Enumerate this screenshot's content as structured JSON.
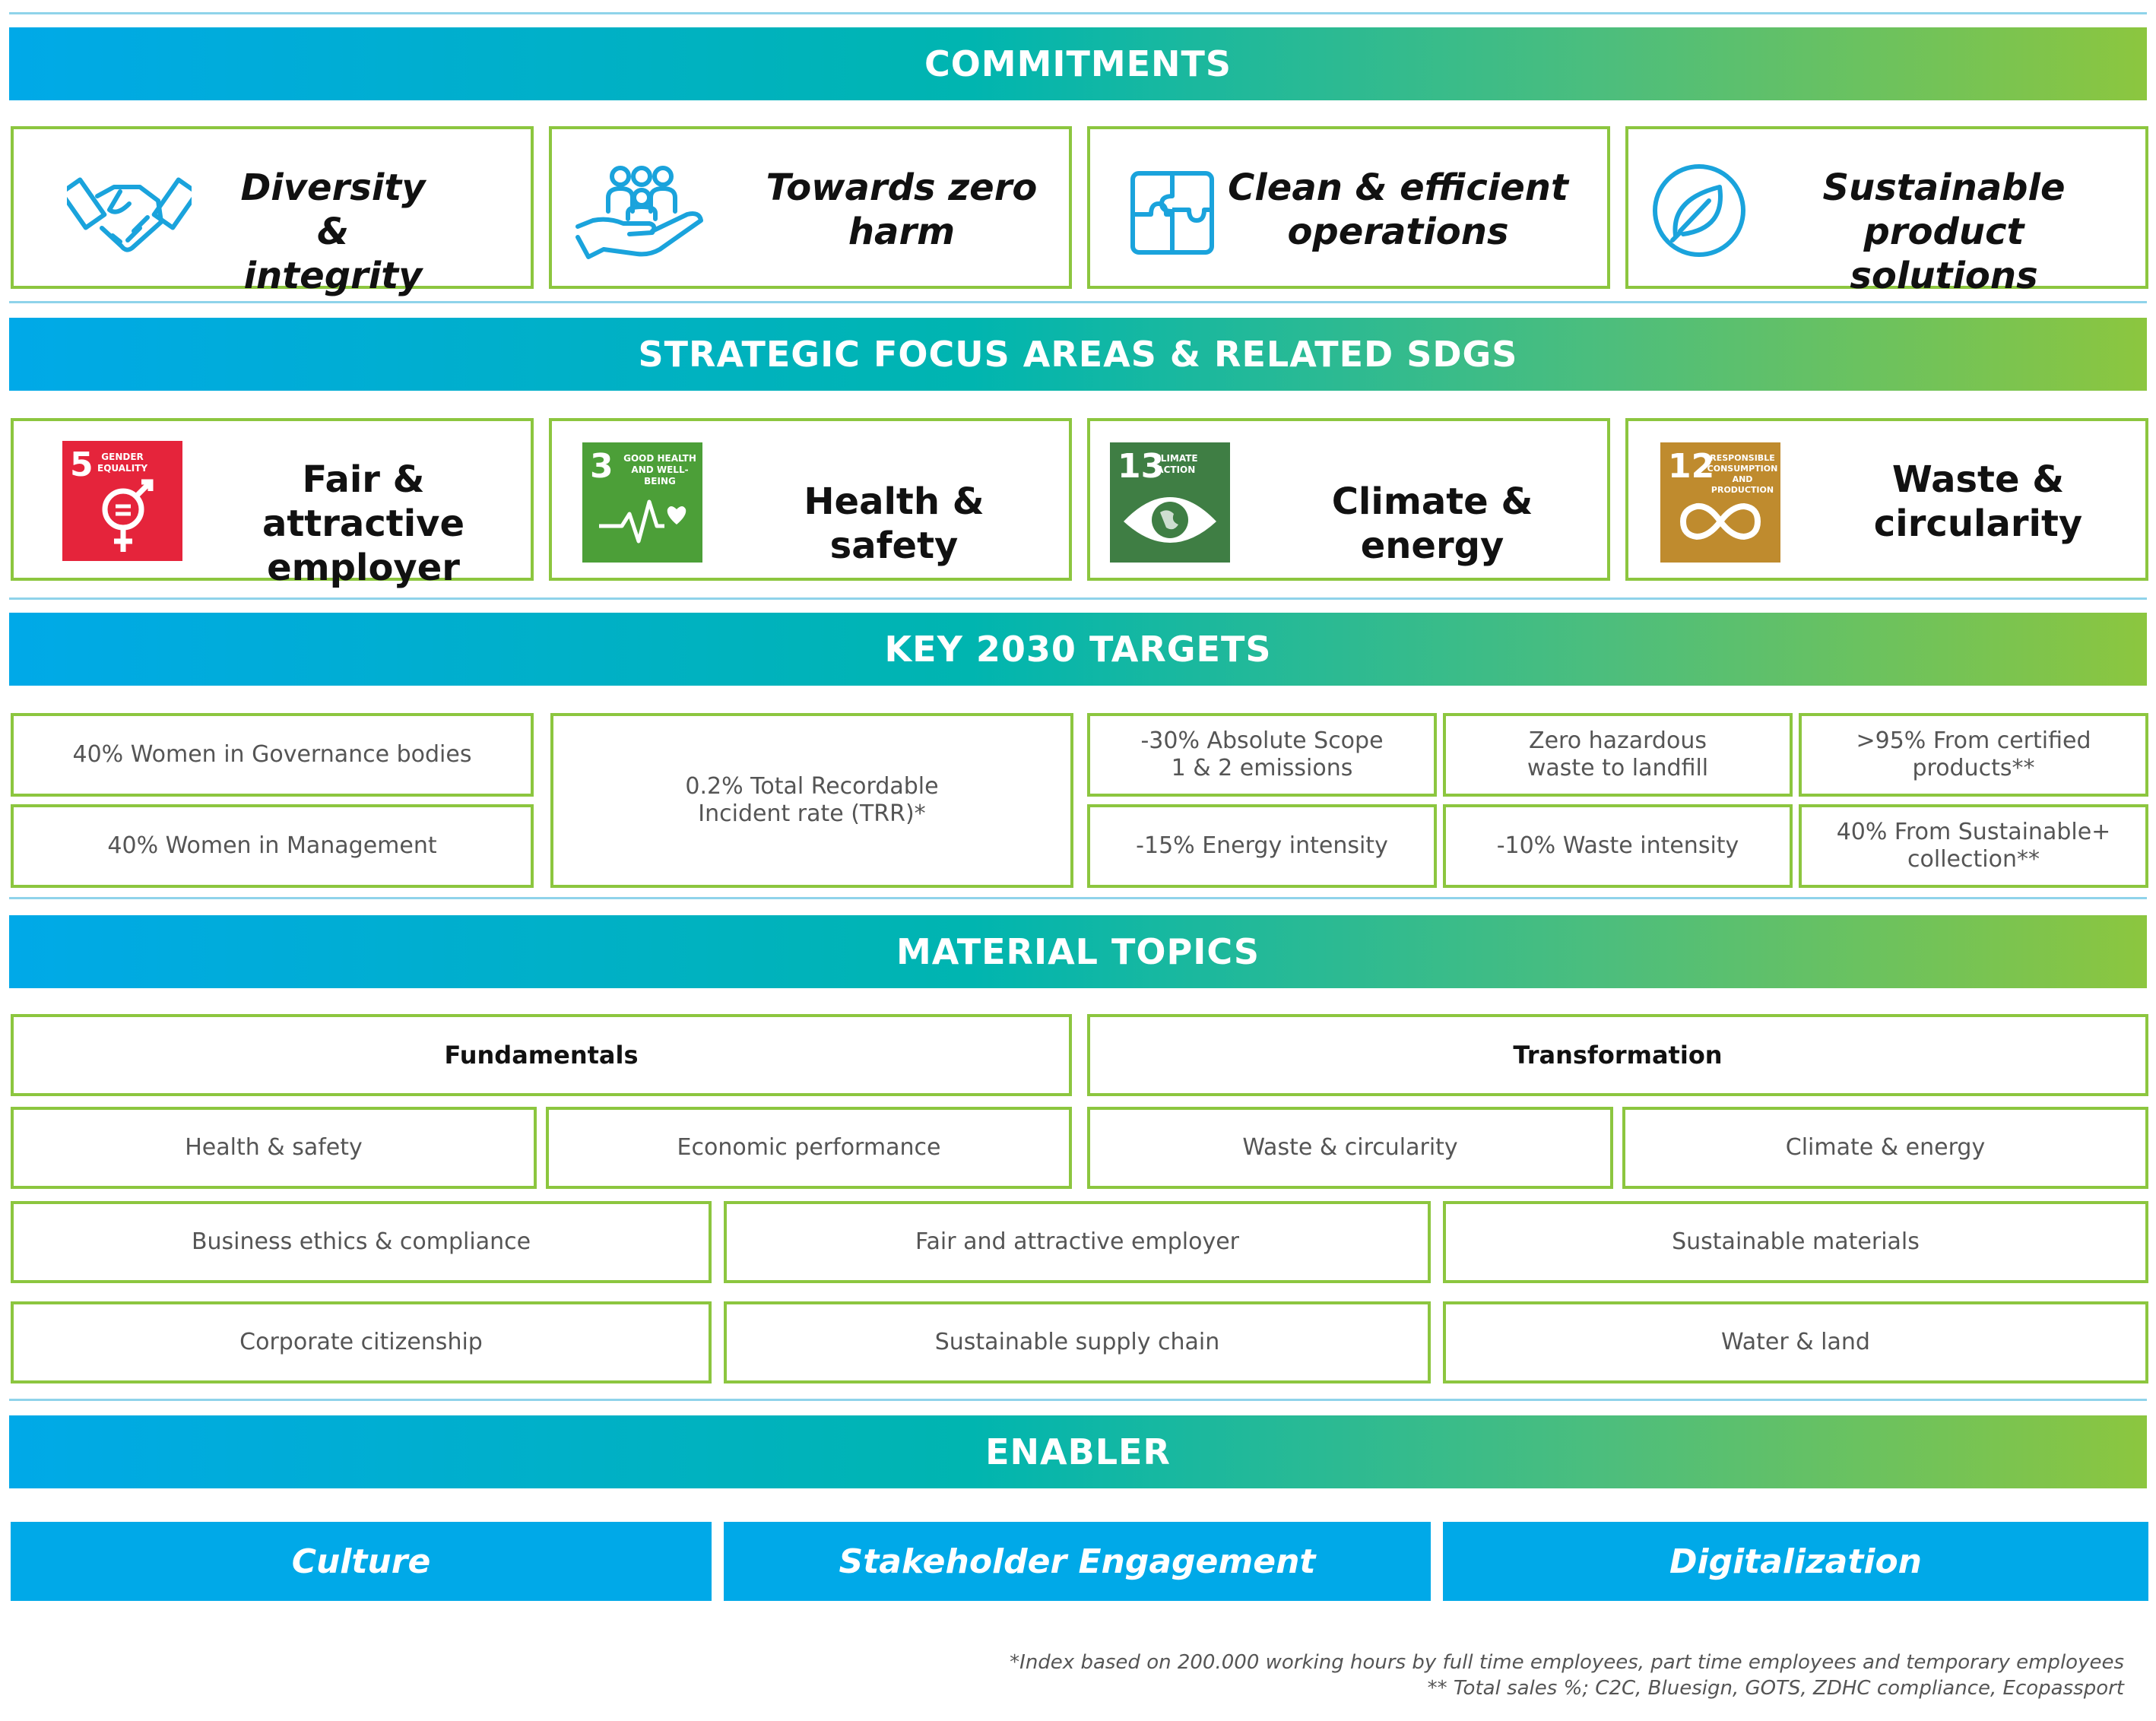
{
  "sections": {
    "commitments": "COMMITMENTS",
    "focus": "STRATEGIC FOCUS AREAS & RELATED SDGS",
    "targets": "KEY 2030 TARGETS",
    "material": "MATERIAL TOPICS",
    "enabler": "ENABLER"
  },
  "commitments": [
    {
      "line1": "Diversity &",
      "line2": "integrity",
      "icon": "handshake-icon"
    },
    {
      "line1": "Towards zero",
      "line2": "harm",
      "icon": "people-in-hand-icon"
    },
    {
      "line1": "Clean & efficient",
      "line2": "operations",
      "icon": "puzzle-icon"
    },
    {
      "line1": "Sustainable",
      "line2": "product solutions",
      "icon": "leaf-icon"
    }
  ],
  "focus_areas": [
    {
      "line1": "Fair & attractive",
      "line2": "employer",
      "sdg_num": "5",
      "sdg_l1": "GENDER",
      "sdg_l2": "EQUALITY",
      "sdg_l3": "",
      "color": "#e5243b"
    },
    {
      "line1": "Health & safety",
      "line2": "",
      "sdg_num": "3",
      "sdg_l1": "GOOD HEALTH",
      "sdg_l2": "AND WELL-BEING",
      "sdg_l3": "",
      "color": "#4c9f38"
    },
    {
      "line1": "Climate & energy",
      "line2": "",
      "sdg_num": "13",
      "sdg_l1": "CLIMATE",
      "sdg_l2": "ACTION",
      "sdg_l3": "",
      "color": "#3f7e44"
    },
    {
      "line1": "Waste &",
      "line2": "circularity",
      "sdg_num": "12",
      "sdg_l1": "RESPONSIBLE",
      "sdg_l2": "CONSUMPTION",
      "sdg_l3": "AND PRODUCTION",
      "color": "#bf8b2e"
    }
  ],
  "targets": {
    "women_governance": "40% Women in Governance bodies",
    "women_management": "40% Women in Management",
    "trr_l1": "0.2% Total Recordable",
    "trr_l2": "Incident rate (TRR)*",
    "scope_l1": "-30% Absolute Scope",
    "scope_l2": "1 & 2 emissions",
    "energy": "-15% Energy intensity",
    "hazard_l1": "Zero hazardous",
    "hazard_l2": "waste to landfill",
    "waste": "-10% Waste intensity",
    "certified_l1": ">95% From certified",
    "certified_l2": "products**",
    "sustainable_l1": "40% From Sustainable+",
    "sustainable_l2": "collection**"
  },
  "material": {
    "fundamentals": "Fundamentals",
    "transformation": "Transformation",
    "health": "Health & safety",
    "economic": "Economic performance",
    "waste": "Waste & circularity",
    "climate": "Climate & energy",
    "ethics": "Business ethics & compliance",
    "fair": "Fair and attractive employer",
    "materials": "Sustainable materials",
    "citizenship": "Corporate citizenship",
    "supply": "Sustainable supply chain",
    "water": "Water & land"
  },
  "enablers": [
    "Culture",
    "Stakeholder Engagement",
    "Digitalization"
  ],
  "footnotes": [
    "*Index based on 200.000 working hours by full time employees, part time employees and temporary employees",
    "** Total sales %; C2C, Bluesign, GOTS, ZDHC compliance, Ecopassport"
  ],
  "colors": {
    "accent_blue": "#00a9e8",
    "accent_green": "#8cc63f",
    "icon_blue": "#1aa3dc"
  }
}
